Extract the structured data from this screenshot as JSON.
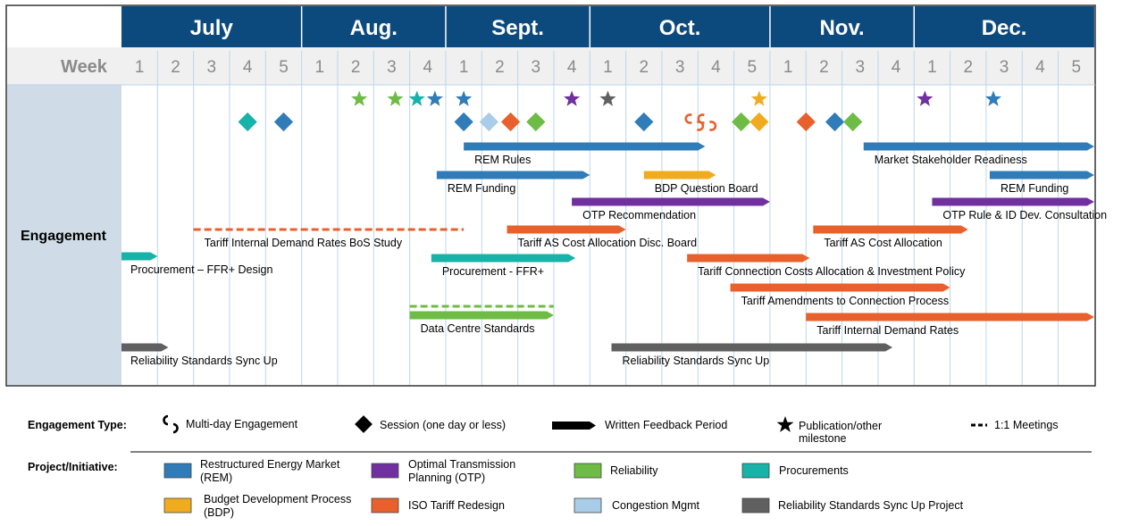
{
  "row_label": "Engagement",
  "week_header": "Week",
  "months": [
    {
      "name": "July",
      "weeks": 5
    },
    {
      "name": "Aug.",
      "weeks": 4
    },
    {
      "name": "Sept.",
      "weeks": 4
    },
    {
      "name": "Oct.",
      "weeks": 5
    },
    {
      "name": "Nov.",
      "weeks": 4
    },
    {
      "name": "Dec.",
      "weeks": 5
    }
  ],
  "colors": {
    "REM": "#2f7cb8",
    "OTP": "#7030a0",
    "Reliability": "#6ebc46",
    "Procurements": "#17b2a8",
    "BDP": "#f0ac1e",
    "Tariff": "#e8602c",
    "Congestion": "#a9cde8",
    "ReliabilitySync": "#606060",
    "Header": "#0c4a7e",
    "LeftPanel": "#cfdbe6",
    "Star": "#1a1a1a"
  },
  "chart_data": {
    "type": "gantt",
    "x_unit": "week index from start of July (0 = start of July week 1)",
    "bars": [
      {
        "label": "REM Rules",
        "project": "REM",
        "start": 9.5,
        "end": 16.2
      },
      {
        "label": "REM Funding",
        "project": "REM",
        "start": 8.75,
        "end": 13.0
      },
      {
        "label": "BDP Question Board",
        "project": "BDP",
        "start": 14.5,
        "end": 16.5
      },
      {
        "label": "OTP Recommendation",
        "project": "OTP",
        "start": 12.5,
        "end": 18.0
      },
      {
        "label": "Tariff Internal Demand Rates BoS Study",
        "project": "Tariff",
        "start": 2.0,
        "end": 9.5,
        "style": "dashed"
      },
      {
        "label": "Tariff AS Cost Allocation Disc. Board",
        "project": "Tariff",
        "start": 10.7,
        "end": 14.0
      },
      {
        "label": "Procurement – FFR+ Design",
        "project": "Procurements",
        "start": 0.0,
        "end": 1.0
      },
      {
        "label": "Procurement - FFR+",
        "project": "Procurements",
        "start": 8.6,
        "end": 12.6
      },
      {
        "label": "Tariff Connection Costs Allocation & Investment Policy",
        "project": "Tariff",
        "start": 15.7,
        "end": 19.1
      },
      {
        "label": "Tariff Amendments to Connection Process",
        "project": "Tariff",
        "start": 16.9,
        "end": 23.0
      },
      {
        "label": "Tariff Internal Demand Rates",
        "project": "Tariff",
        "start": 19.0,
        "end": 27.0
      },
      {
        "label": "Data Centre Standards",
        "project": "Reliability",
        "start": 8.0,
        "end": 12.0
      },
      {
        "label": "Reliability Standards Sync Up",
        "project": "ReliabilitySync",
        "start": 0.0,
        "end": 1.3
      },
      {
        "label": "Reliability Standards Sync Up",
        "project": "ReliabilitySync",
        "start": 13.6,
        "end": 21.4
      },
      {
        "label": "Market Stakeholder Readiness",
        "project": "REM",
        "start": 20.6,
        "end": 27.0
      },
      {
        "label": "REM Funding",
        "project": "REM",
        "start": 24.1,
        "end": 27.0
      },
      {
        "label": "OTP Rule & ID Dev. Consultation",
        "project": "OTP",
        "start": 22.5,
        "end": 27.0
      },
      {
        "label": "Tariff AS Cost Allocation",
        "project": "Tariff",
        "start": 19.2,
        "end": 23.5
      }
    ],
    "dashed_lines": [
      {
        "project": "Reliability",
        "start": 8.0,
        "end": 12.0
      }
    ],
    "milestones": [
      {
        "type": "session",
        "project": "Procurements",
        "week": 3.5
      },
      {
        "type": "session",
        "project": "REM",
        "week": 4.5
      },
      {
        "type": "session",
        "project": "REM",
        "week": 9.5
      },
      {
        "type": "session",
        "project": "Congestion",
        "week": 10.2
      },
      {
        "type": "session",
        "project": "Tariff",
        "week": 10.8
      },
      {
        "type": "session",
        "project": "Reliability",
        "week": 11.5
      },
      {
        "type": "session",
        "project": "REM",
        "week": 14.5
      },
      {
        "type": "multiday",
        "project": "Tariff",
        "week": 16.2
      },
      {
        "type": "session",
        "project": "Reliability",
        "week": 17.2
      },
      {
        "type": "session",
        "project": "BDP",
        "week": 17.7
      },
      {
        "type": "session",
        "project": "Tariff",
        "week": 19.0
      },
      {
        "type": "session",
        "project": "REM",
        "week": 19.8
      },
      {
        "type": "session",
        "project": "Reliability",
        "week": 20.3
      },
      {
        "type": "publication",
        "project": "Reliability",
        "week": 6.6
      },
      {
        "type": "publication",
        "project": "Reliability",
        "week": 7.6
      },
      {
        "type": "publication",
        "project": "Procurements",
        "week": 8.2
      },
      {
        "type": "publication",
        "project": "REM",
        "week": 8.7
      },
      {
        "type": "publication",
        "project": "REM",
        "week": 9.5
      },
      {
        "type": "publication",
        "project": "OTP",
        "week": 12.5
      },
      {
        "type": "publication",
        "project": "ReliabilitySync",
        "week": 13.5
      },
      {
        "type": "publication",
        "project": "BDP",
        "week": 17.7
      },
      {
        "type": "publication",
        "project": "OTP",
        "week": 22.3
      },
      {
        "type": "publication",
        "project": "REM",
        "week": 24.2
      }
    ]
  },
  "legend": {
    "engagement_type_label": "Engagement Type:",
    "types": [
      {
        "icon": "multiday-icon",
        "label": "Multi-day Engagement"
      },
      {
        "icon": "diamond-icon",
        "label": "Session (one day or less)"
      },
      {
        "icon": "arrow-bar-icon",
        "label": "Written Feedback Period"
      },
      {
        "icon": "star-icon",
        "label_line1": "Publication/other",
        "label_line2": "milestone"
      },
      {
        "icon": "dash-icon",
        "label": "1:1 Meetings"
      }
    ],
    "project_label": "Project/Initiative:",
    "projects": [
      {
        "key": "REM",
        "line1": "Restructured Energy Market",
        "line2": "(REM)"
      },
      {
        "key": "OTP",
        "line1": "Optimal Transmission",
        "line2": "Planning (OTP)"
      },
      {
        "key": "Reliability",
        "line1": "Reliability",
        "line2": ""
      },
      {
        "key": "Procurements",
        "line1": "Procurements",
        "line2": ""
      },
      {
        "key": "BDP",
        "line1": "Budget Development Process",
        "line2": "(BDP)"
      },
      {
        "key": "Tariff",
        "line1": "ISO Tariff Redesign",
        "line2": ""
      },
      {
        "key": "Congestion",
        "line1": "Congestion Mgmt",
        "line2": ""
      },
      {
        "key": "ReliabilitySync",
        "line1": "Reliability Standards Sync Up Project",
        "line2": ""
      }
    ]
  }
}
